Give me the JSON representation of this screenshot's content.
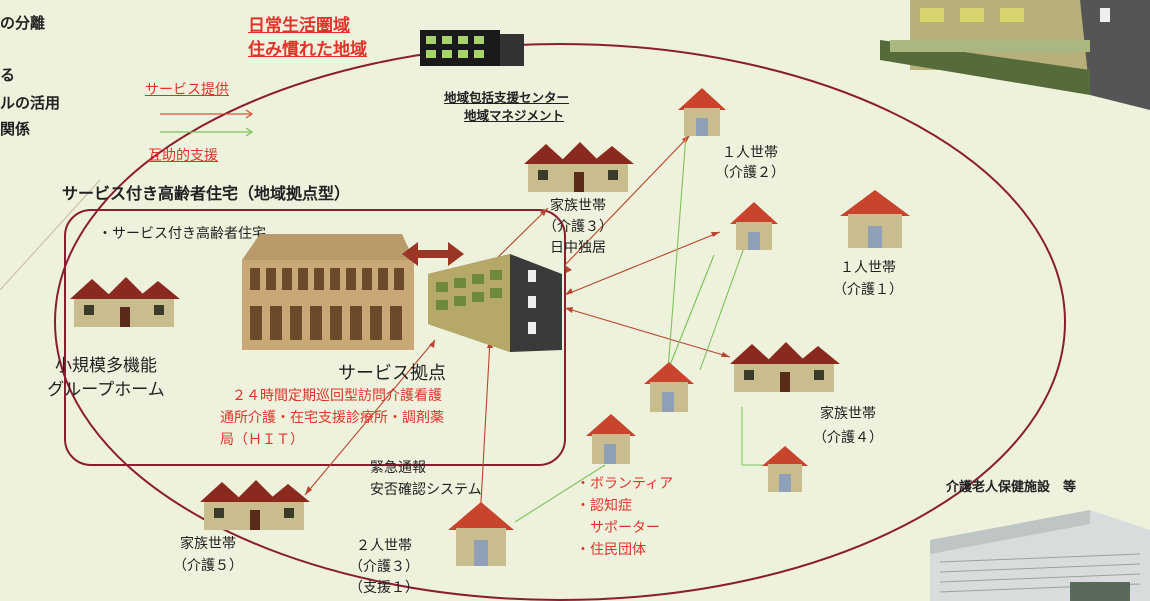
{
  "top_left_fragments": [
    "の分離",
    "る",
    "ルの活用",
    "関係"
  ],
  "area_title_line1": "日常生活圏域",
  "area_title_line2": "住み慣れた地域",
  "legend": {
    "service_label": "サービス提供",
    "mutual_label": "互助的支援",
    "service_color": "#d9533d",
    "mutual_color": "#7fc25a"
  },
  "center_title_line1": "地域包括支援センター",
  "center_title_line2": "地域マネジメント",
  "housing_title": "サービス付き高齢者住宅（地域拠点型）",
  "housing_sub": "・サービス付き高齢者住宅",
  "hub_title": "サービス拠点",
  "hub_services": [
    "２４時間定期巡回型訪問介護看護",
    "通所介護・在宅支援診療所・調剤薬",
    "局（ＨＩＴ）"
  ],
  "small_facility": [
    "小規模多機能",
    "グループホーム"
  ],
  "emergency": [
    "緊急通報",
    "安否確認システム"
  ],
  "households": {
    "family_care3": [
      "家族世帯",
      "（介護３）",
      "日中独居"
    ],
    "single_care2": [
      "１人世帯",
      "（介護２）"
    ],
    "single_care1": [
      "１人世帯",
      "（介護１）"
    ],
    "family_care4": [
      "家族世帯",
      "（介護４）"
    ],
    "family_care5": [
      "家族世帯",
      "（介護５）"
    ],
    "two_person": [
      "２人世帯",
      "（介護３）",
      "（支援１）"
    ]
  },
  "volunteers": [
    "・ボランティア",
    "・認知症",
    "　サポーター",
    "・住民団体"
  ],
  "nursing_facility": "介護老人保健施設　等",
  "colors": {
    "ellipse": "#8a1d2f",
    "house_roof": "#c8442d",
    "house_wall": "#c9bd8e"
  }
}
